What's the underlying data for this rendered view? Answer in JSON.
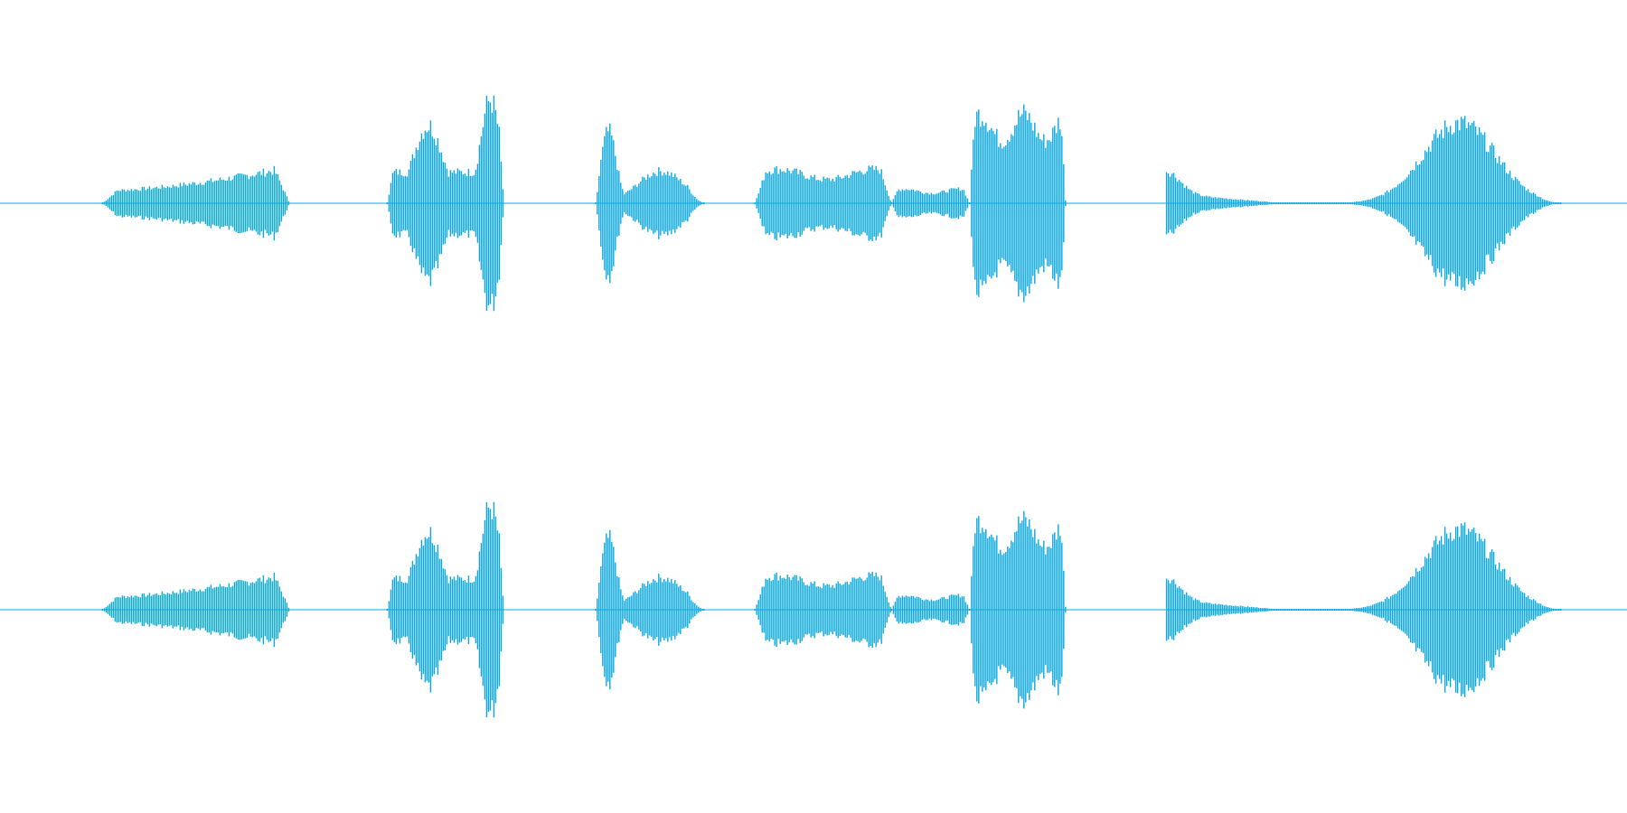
{
  "waveform": {
    "color": "#0aa8e0",
    "channel_count": 2,
    "channels": [
      {
        "id": "channel-1"
      },
      {
        "id": "channel-2"
      }
    ],
    "segments": [
      {
        "start": 0.063,
        "end": 0.178,
        "peak": 0.2,
        "shape": "swell"
      },
      {
        "start": 0.238,
        "end": 0.31,
        "peak": 0.58,
        "shape": "double-rise"
      },
      {
        "start": 0.366,
        "end": 0.433,
        "peak": 0.4,
        "shape": "attack-decay"
      },
      {
        "start": 0.464,
        "end": 0.548,
        "peak": 0.19,
        "shape": "flat"
      },
      {
        "start": 0.548,
        "end": 0.596,
        "peak": 0.08,
        "shape": "flat"
      },
      {
        "start": 0.596,
        "end": 0.655,
        "peak": 0.5,
        "shape": "block"
      },
      {
        "start": 0.717,
        "end": 0.96,
        "peak": 0.45,
        "shape": "tail-swell"
      }
    ]
  }
}
